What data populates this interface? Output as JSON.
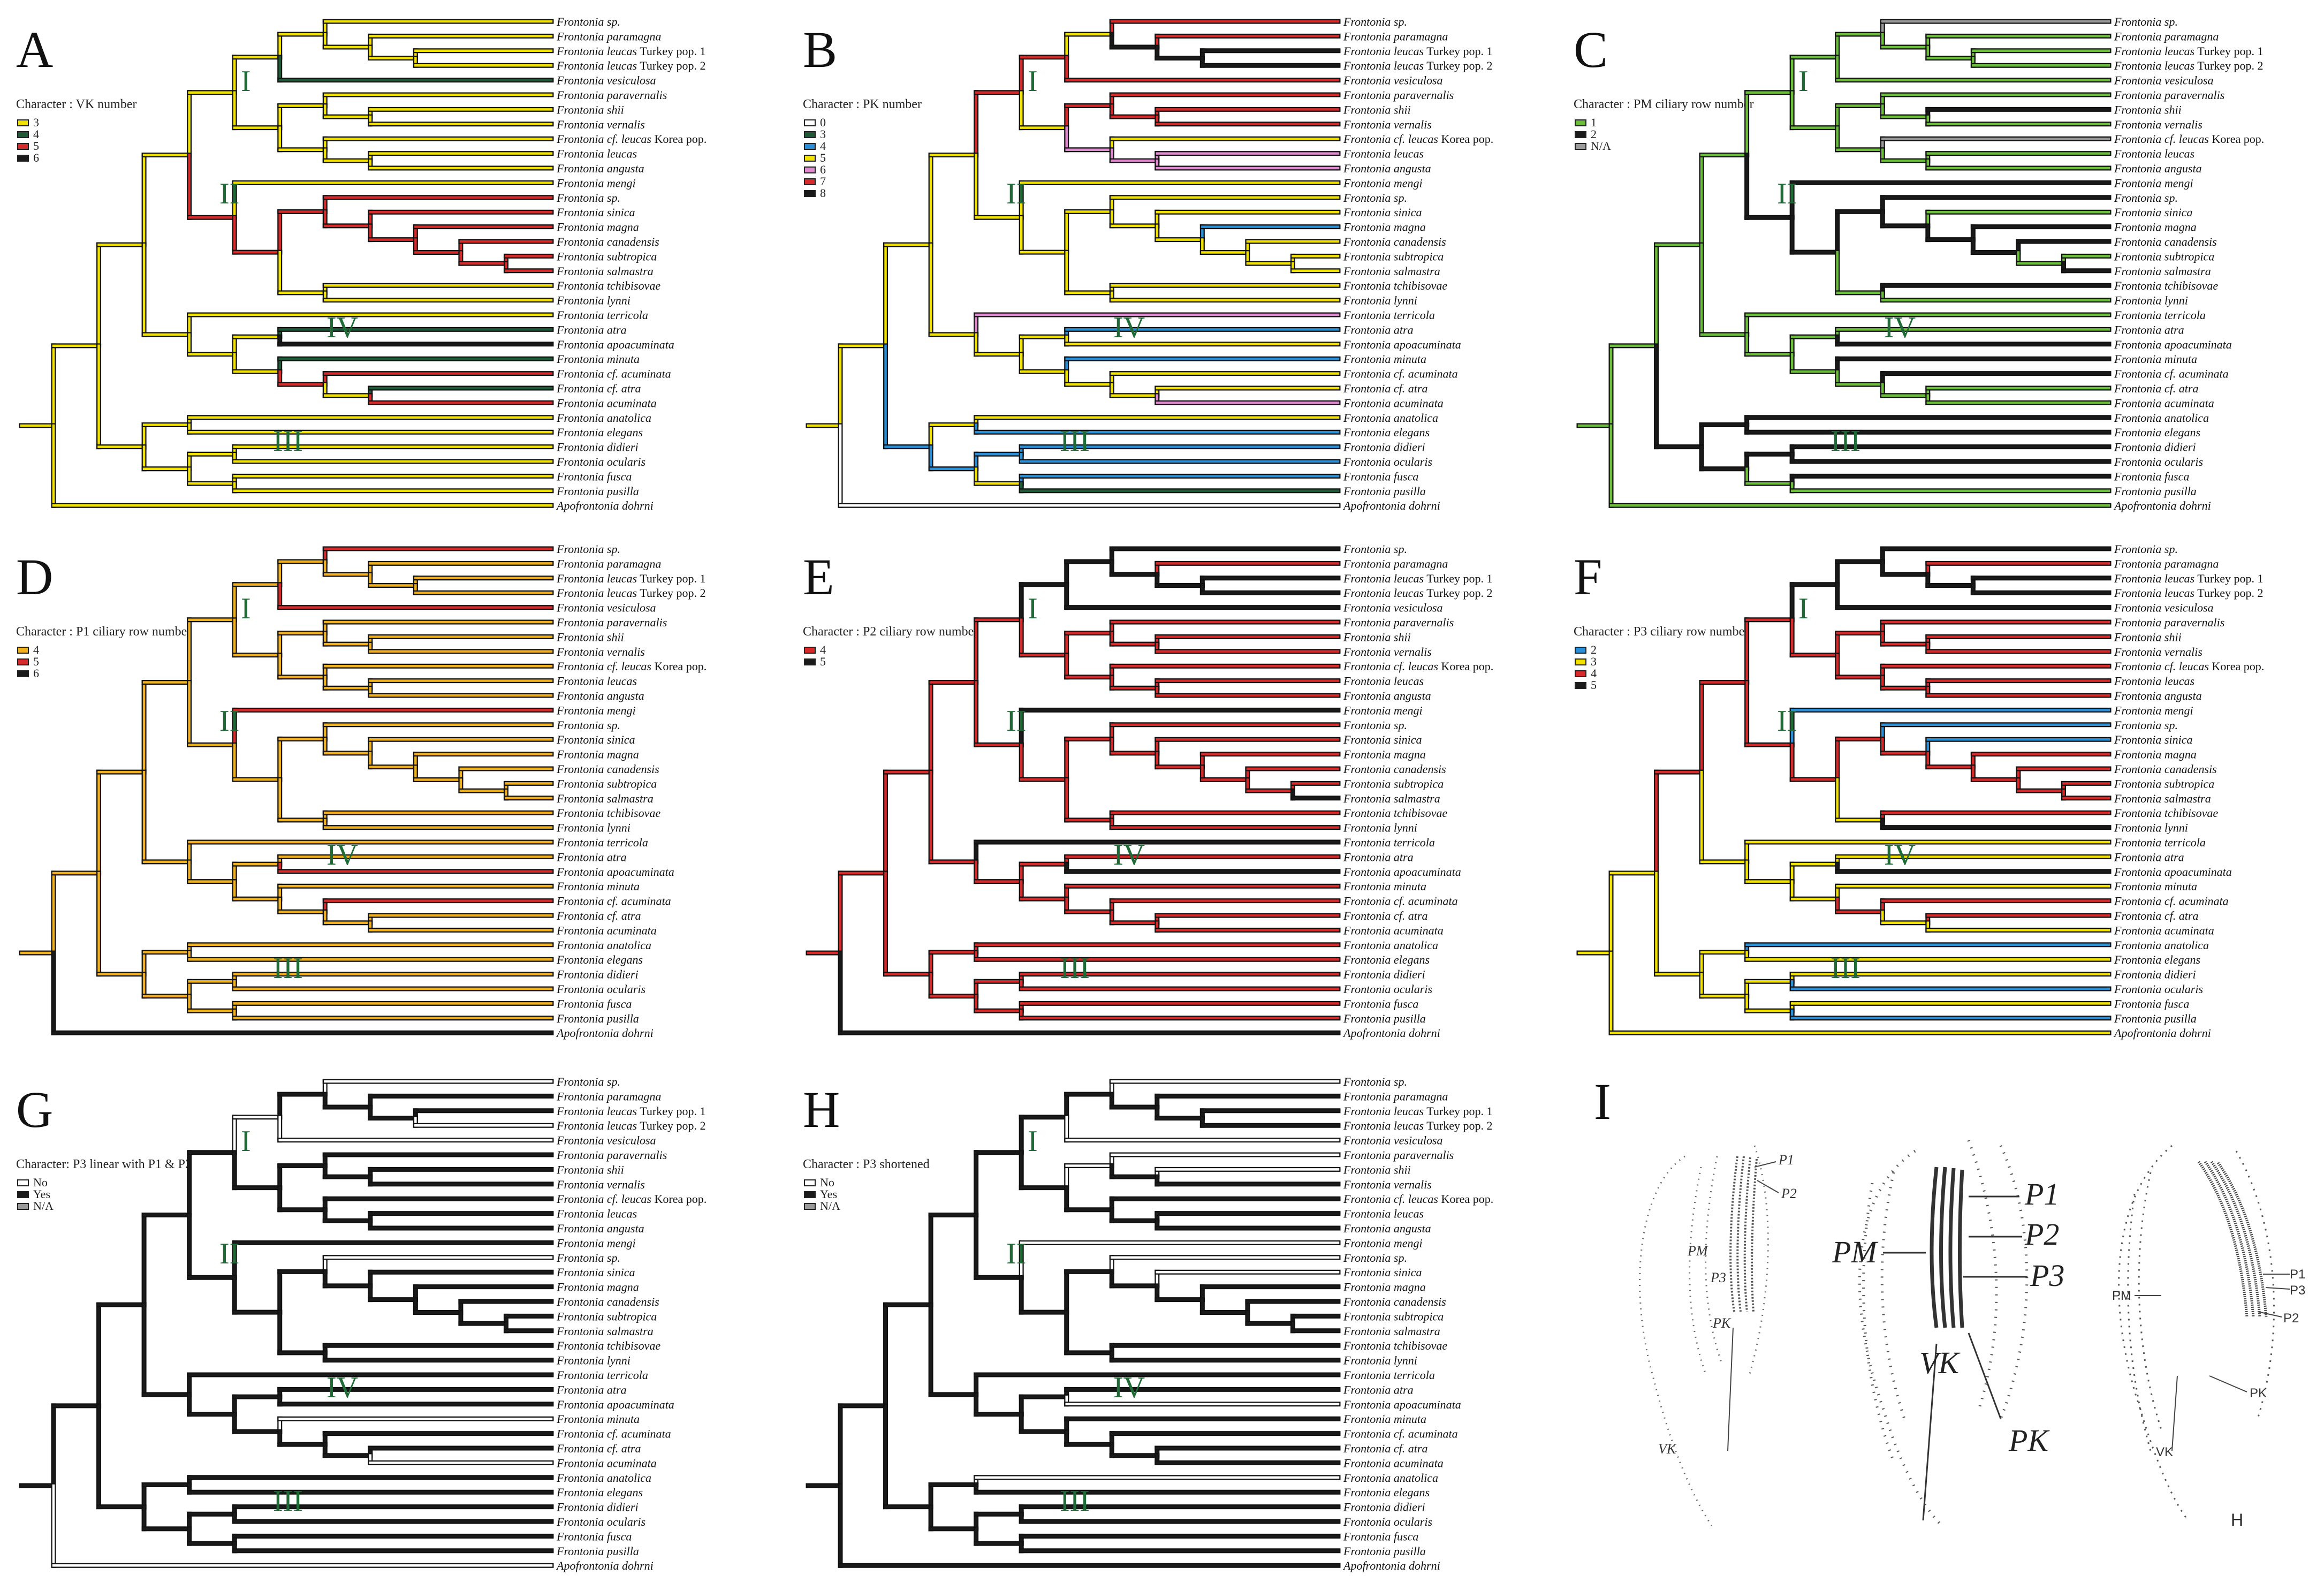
{
  "taxa": [
    {
      "genus": "Frontonia",
      "rest": "sp."
    },
    {
      "genus": "Frontonia",
      "rest": "paramagna"
    },
    {
      "genus": "Frontonia",
      "rest": "leucas",
      "suffix": "Turkey pop. 1"
    },
    {
      "genus": "Frontonia",
      "rest": "leucas",
      "suffix": "Turkey pop. 2"
    },
    {
      "genus": "Frontonia",
      "rest": "vesiculosa"
    },
    {
      "genus": "Frontonia",
      "rest": "paravernalis"
    },
    {
      "genus": "Frontonia",
      "rest": "shii"
    },
    {
      "genus": "Frontonia",
      "rest": "vernalis"
    },
    {
      "genus": "Frontonia",
      "rest": "cf. leucas",
      "suffix": "Korea pop."
    },
    {
      "genus": "Frontonia",
      "rest": "leucas"
    },
    {
      "genus": "Frontonia",
      "rest": "angusta"
    },
    {
      "genus": "Frontonia",
      "rest": "mengi"
    },
    {
      "genus": "Frontonia",
      "rest": "sp."
    },
    {
      "genus": "Frontonia",
      "rest": "sinica"
    },
    {
      "genus": "Frontonia",
      "rest": "magna"
    },
    {
      "genus": "Frontonia",
      "rest": "canadensis"
    },
    {
      "genus": "Frontonia",
      "rest": "subtropica"
    },
    {
      "genus": "Frontonia",
      "rest": "salmastra"
    },
    {
      "genus": "Frontonia",
      "rest": "tchibisovae"
    },
    {
      "genus": "Frontonia",
      "rest": "lynni"
    },
    {
      "genus": "Frontonia",
      "rest": "terricola"
    },
    {
      "genus": "Frontonia",
      "rest": "atra"
    },
    {
      "genus": "Frontonia",
      "rest": "apoacuminata"
    },
    {
      "genus": "Frontonia",
      "rest": "minuta"
    },
    {
      "genus": "Frontonia",
      "rest": "cf. acuminata"
    },
    {
      "genus": "Frontonia",
      "rest": "cf. atra"
    },
    {
      "genus": "Frontonia",
      "rest": "acuminata"
    },
    {
      "genus": "Frontonia",
      "rest": "anatolica"
    },
    {
      "genus": "Frontonia",
      "rest": "elegans"
    },
    {
      "genus": "Frontonia",
      "rest": "didieri"
    },
    {
      "genus": "Frontonia",
      "rest": "ocularis"
    },
    {
      "genus": "Frontonia",
      "rest": "fusca"
    },
    {
      "genus": "Frontonia",
      "rest": "pusilla"
    },
    {
      "genus": "Apofrontonia",
      "rest": "dohrni"
    }
  ],
  "clade_labels": [
    "I",
    "II",
    "IV",
    "III"
  ],
  "clade_color": "#1e6b35",
  "panels": [
    {
      "letter": "A",
      "character": "Character : VK number",
      "base_color": "#f2e200",
      "legend": [
        {
          "label": "3",
          "color": "#f2e200"
        },
        {
          "label": "4",
          "color": "#1e5a38"
        },
        {
          "label": "5",
          "color": "#d72a2a"
        },
        {
          "label": "6",
          "color": "#1a1a1a"
        }
      ],
      "tip_colors": [
        "#f2e200",
        "#f2e200",
        "#f2e200",
        "#f2e200",
        "#1e5a38",
        "#f2e200",
        "#f2e200",
        "#f2e200",
        "#f2e200",
        "#f2e200",
        "#f2e200",
        "#f2e200",
        "#d72a2a",
        "#d72a2a",
        "#d72a2a",
        "#d72a2a",
        "#d72a2a",
        "#d72a2a",
        "#f2e200",
        "#f2e200",
        "#f2e200",
        "#1e5a38",
        "#1a1a1a",
        "#1e5a38",
        "#d72a2a",
        "#1e5a38",
        "#d72a2a",
        "#f2e200",
        "#f2e200",
        "#f2e200",
        "#f2e200",
        "#f2e200",
        "#f2e200",
        "#f2e200"
      ]
    },
    {
      "letter": "B",
      "character": "Character : PK number",
      "base_color": "#f2e200",
      "legend": [
        {
          "label": "0",
          "color": "#ffffff"
        },
        {
          "label": "3",
          "color": "#1e5a38"
        },
        {
          "label": "4",
          "color": "#2a8fd6"
        },
        {
          "label": "5",
          "color": "#f2e200"
        },
        {
          "label": "6",
          "color": "#e08ad0"
        },
        {
          "label": "7",
          "color": "#d72a2a"
        },
        {
          "label": "8",
          "color": "#1a1a1a"
        }
      ],
      "tip_colors": [
        "#d72a2a",
        "#d72a2a",
        "#1a1a1a",
        "#1a1a1a",
        "#d72a2a",
        "#d72a2a",
        "#d72a2a",
        "#d72a2a",
        "#f2e200",
        "#e08ad0",
        "#e08ad0",
        "#f2e200",
        "#f2e200",
        "#f2e200",
        "#2a8fd6",
        "#f2e200",
        "#f2e200",
        "#f2e200",
        "#f2e200",
        "#f2e200",
        "#e08ad0",
        "#2a8fd6",
        "#f2e200",
        "#2a8fd6",
        "#f2e200",
        "#f2e200",
        "#e08ad0",
        "#f2e200",
        "#2a8fd6",
        "#2a8fd6",
        "#2a8fd6",
        "#2a8fd6",
        "#1e5a38",
        "#ffffff"
      ]
    },
    {
      "letter": "C",
      "character": "Character : PM ciliary row number",
      "base_color": "#6cbf3a",
      "legend": [
        {
          "label": "1",
          "color": "#6cbf3a"
        },
        {
          "label": "2",
          "color": "#1a1a1a"
        },
        {
          "label": "N/A",
          "color": "#9a9a9a"
        }
      ],
      "tip_colors": [
        "#9a9a9a",
        "#6cbf3a",
        "#6cbf3a",
        "#6cbf3a",
        "#6cbf3a",
        "#6cbf3a",
        "#1a1a1a",
        "#6cbf3a",
        "#9a9a9a",
        "#6cbf3a",
        "#6cbf3a",
        "#1a1a1a",
        "#1a1a1a",
        "#6cbf3a",
        "#1a1a1a",
        "#1a1a1a",
        "#6cbf3a",
        "#1a1a1a",
        "#1a1a1a",
        "#6cbf3a",
        "#6cbf3a",
        "#6cbf3a",
        "#1a1a1a",
        "#1a1a1a",
        "#1a1a1a",
        "#6cbf3a",
        "#6cbf3a",
        "#1a1a1a",
        "#1a1a1a",
        "#1a1a1a",
        "#1a1a1a",
        "#1a1a1a",
        "#6cbf3a",
        "#6cbf3a"
      ]
    },
    {
      "letter": "D",
      "character": "Character : P1 ciliary row number",
      "base_color": "#f0b020",
      "legend": [
        {
          "label": "4",
          "color": "#f0b020"
        },
        {
          "label": "5",
          "color": "#d72a2a"
        },
        {
          "label": "6",
          "color": "#1a1a1a"
        }
      ],
      "tip_colors": [
        "#d72a2a",
        "#f0b020",
        "#f0b020",
        "#f0b020",
        "#d72a2a",
        "#f0b020",
        "#f0b020",
        "#f0b020",
        "#f0b020",
        "#f0b020",
        "#f0b020",
        "#d72a2a",
        "#f0b020",
        "#f0b020",
        "#f0b020",
        "#f0b020",
        "#f0b020",
        "#f0b020",
        "#f0b020",
        "#f0b020",
        "#f0b020",
        "#f0b020",
        "#d72a2a",
        "#f0b020",
        "#d72a2a",
        "#f0b020",
        "#f0b020",
        "#f0b020",
        "#f0b020",
        "#f0b020",
        "#f0b020",
        "#f0b020",
        "#f0b020",
        "#1a1a1a"
      ]
    },
    {
      "letter": "E",
      "character": "Character : P2 ciliary row number",
      "base_color": "#d72a2a",
      "legend": [
        {
          "label": "4",
          "color": "#d72a2a"
        },
        {
          "label": "5",
          "color": "#1a1a1a"
        }
      ],
      "tip_colors": [
        "#1a1a1a",
        "#d72a2a",
        "#1a1a1a",
        "#1a1a1a",
        "#1a1a1a",
        "#d72a2a",
        "#d72a2a",
        "#d72a2a",
        "#d72a2a",
        "#d72a2a",
        "#d72a2a",
        "#1a1a1a",
        "#d72a2a",
        "#d72a2a",
        "#d72a2a",
        "#d72a2a",
        "#d72a2a",
        "#1a1a1a",
        "#d72a2a",
        "#d72a2a",
        "#1a1a1a",
        "#d72a2a",
        "#1a1a1a",
        "#d72a2a",
        "#d72a2a",
        "#d72a2a",
        "#d72a2a",
        "#d72a2a",
        "#d72a2a",
        "#d72a2a",
        "#d72a2a",
        "#d72a2a",
        "#d72a2a",
        "#1a1a1a"
      ]
    },
    {
      "letter": "F",
      "character": "Character : P3 ciliary row number",
      "base_color": "#f2e200",
      "legend": [
        {
          "label": "2",
          "color": "#2a8fd6"
        },
        {
          "label": "3",
          "color": "#f2e200"
        },
        {
          "label": "4",
          "color": "#d72a2a"
        },
        {
          "label": "5",
          "color": "#1a1a1a"
        }
      ],
      "tip_colors": [
        "#1a1a1a",
        "#d72a2a",
        "#1a1a1a",
        "#1a1a1a",
        "#1a1a1a",
        "#d72a2a",
        "#d72a2a",
        "#d72a2a",
        "#d72a2a",
        "#d72a2a",
        "#d72a2a",
        "#2a8fd6",
        "#2a8fd6",
        "#2a8fd6",
        "#d72a2a",
        "#d72a2a",
        "#d72a2a",
        "#d72a2a",
        "#d72a2a",
        "#1a1a1a",
        "#f2e200",
        "#f2e200",
        "#1a1a1a",
        "#f2e200",
        "#d72a2a",
        "#d72a2a",
        "#f2e200",
        "#2a8fd6",
        "#f2e200",
        "#f2e200",
        "#2a8fd6",
        "#f2e200",
        "#2a8fd6",
        "#f2e200"
      ]
    },
    {
      "letter": "G",
      "character": "Character: P3 linear with P1 & P2",
      "base_color": "#1a1a1a",
      "legend": [
        {
          "label": "No",
          "color": "#ffffff"
        },
        {
          "label": "Yes",
          "color": "#1a1a1a"
        },
        {
          "label": "N/A",
          "color": "#9a9a9a"
        }
      ],
      "tip_colors": [
        "#ffffff",
        "#1a1a1a",
        "#1a1a1a",
        "#ffffff",
        "#ffffff",
        "#1a1a1a",
        "#1a1a1a",
        "#1a1a1a",
        "#1a1a1a",
        "#1a1a1a",
        "#1a1a1a",
        "#1a1a1a",
        "#ffffff",
        "#1a1a1a",
        "#1a1a1a",
        "#1a1a1a",
        "#1a1a1a",
        "#1a1a1a",
        "#1a1a1a",
        "#1a1a1a",
        "#1a1a1a",
        "#1a1a1a",
        "#1a1a1a",
        "#ffffff",
        "#1a1a1a",
        "#1a1a1a",
        "#ffffff",
        "#1a1a1a",
        "#1a1a1a",
        "#1a1a1a",
        "#1a1a1a",
        "#1a1a1a",
        "#1a1a1a",
        "#ffffff"
      ]
    },
    {
      "letter": "H",
      "character": "Character : P3 shortened",
      "base_color": "#1a1a1a",
      "legend": [
        {
          "label": "No",
          "color": "#ffffff"
        },
        {
          "label": "Yes",
          "color": "#1a1a1a"
        },
        {
          "label": "N/A",
          "color": "#9a9a9a"
        }
      ],
      "tip_colors": [
        "#ffffff",
        "#1a1a1a",
        "#1a1a1a",
        "#1a1a1a",
        "#ffffff",
        "#ffffff",
        "#ffffff",
        "#1a1a1a",
        "#1a1a1a",
        "#1a1a1a",
        "#1a1a1a",
        "#ffffff",
        "#ffffff",
        "#ffffff",
        "#1a1a1a",
        "#1a1a1a",
        "#1a1a1a",
        "#1a1a1a",
        "#1a1a1a",
        "#1a1a1a",
        "#1a1a1a",
        "#1a1a1a",
        "#ffffff",
        "#1a1a1a",
        "#1a1a1a",
        "#1a1a1a",
        "#1a1a1a",
        "#ffffff",
        "#1a1a1a",
        "#1a1a1a",
        "#1a1a1a",
        "#1a1a1a",
        "#1a1a1a",
        "#1a1a1a"
      ]
    }
  ],
  "panel_i": {
    "letter": "I",
    "left_labels": [
      "P1",
      "P2",
      "PM",
      "P3",
      "PK",
      "VK"
    ],
    "middle_labels": [
      "P1",
      "P2",
      "P3",
      "PM",
      "VK",
      "PK"
    ],
    "right_labels": [
      "P1",
      "P3",
      "P2",
      "PM",
      "VK",
      "PK",
      "H"
    ]
  }
}
